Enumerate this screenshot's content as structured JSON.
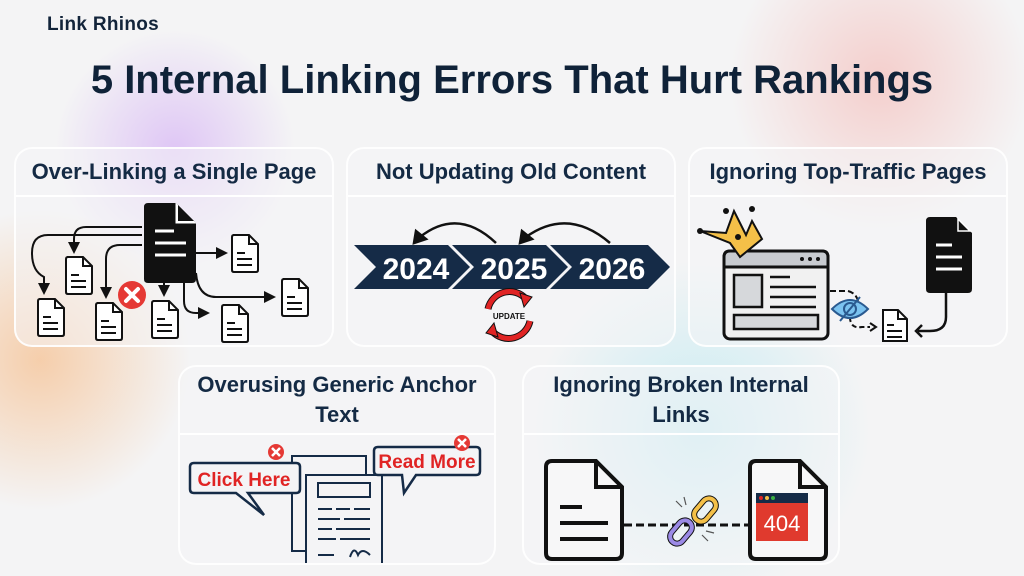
{
  "brand": {
    "logo_text": "Link Rhinos"
  },
  "title": "5 Internal Linking Errors That Hurt Rankings",
  "colors": {
    "navy": "#152b47",
    "red": "#e02424",
    "gold": "#f4c048",
    "blue": "#7cc3f0",
    "purple": "#9b8ae6"
  },
  "cards": [
    {
      "title": "Over-Linking a Single Page",
      "icons": [
        "hub-document-icon",
        "document-icon",
        "error-x-icon",
        "arrow-icon"
      ]
    },
    {
      "title": "Not Updating Old Content",
      "years": [
        "2024",
        "2025",
        "2026"
      ],
      "badge": "UPDATE",
      "icons": [
        "timeline-arrow-icon",
        "refresh-icon"
      ]
    },
    {
      "title": "Ignoring Top-Traffic Pages",
      "icons": [
        "crown-icon",
        "browser-window-icon",
        "hidden-eye-icon",
        "document-icon"
      ]
    },
    {
      "title": "Overusing Generic Anchor Text",
      "bubbles": [
        "Click Here",
        "Read More"
      ],
      "icons": [
        "speech-bubble-icon",
        "error-x-icon",
        "contract-document-icon"
      ]
    },
    {
      "title": "Ignoring Broken Internal Links",
      "error_code": "404",
      "icons": [
        "document-icon",
        "broken-link-icon",
        "error-page-icon"
      ]
    }
  ]
}
